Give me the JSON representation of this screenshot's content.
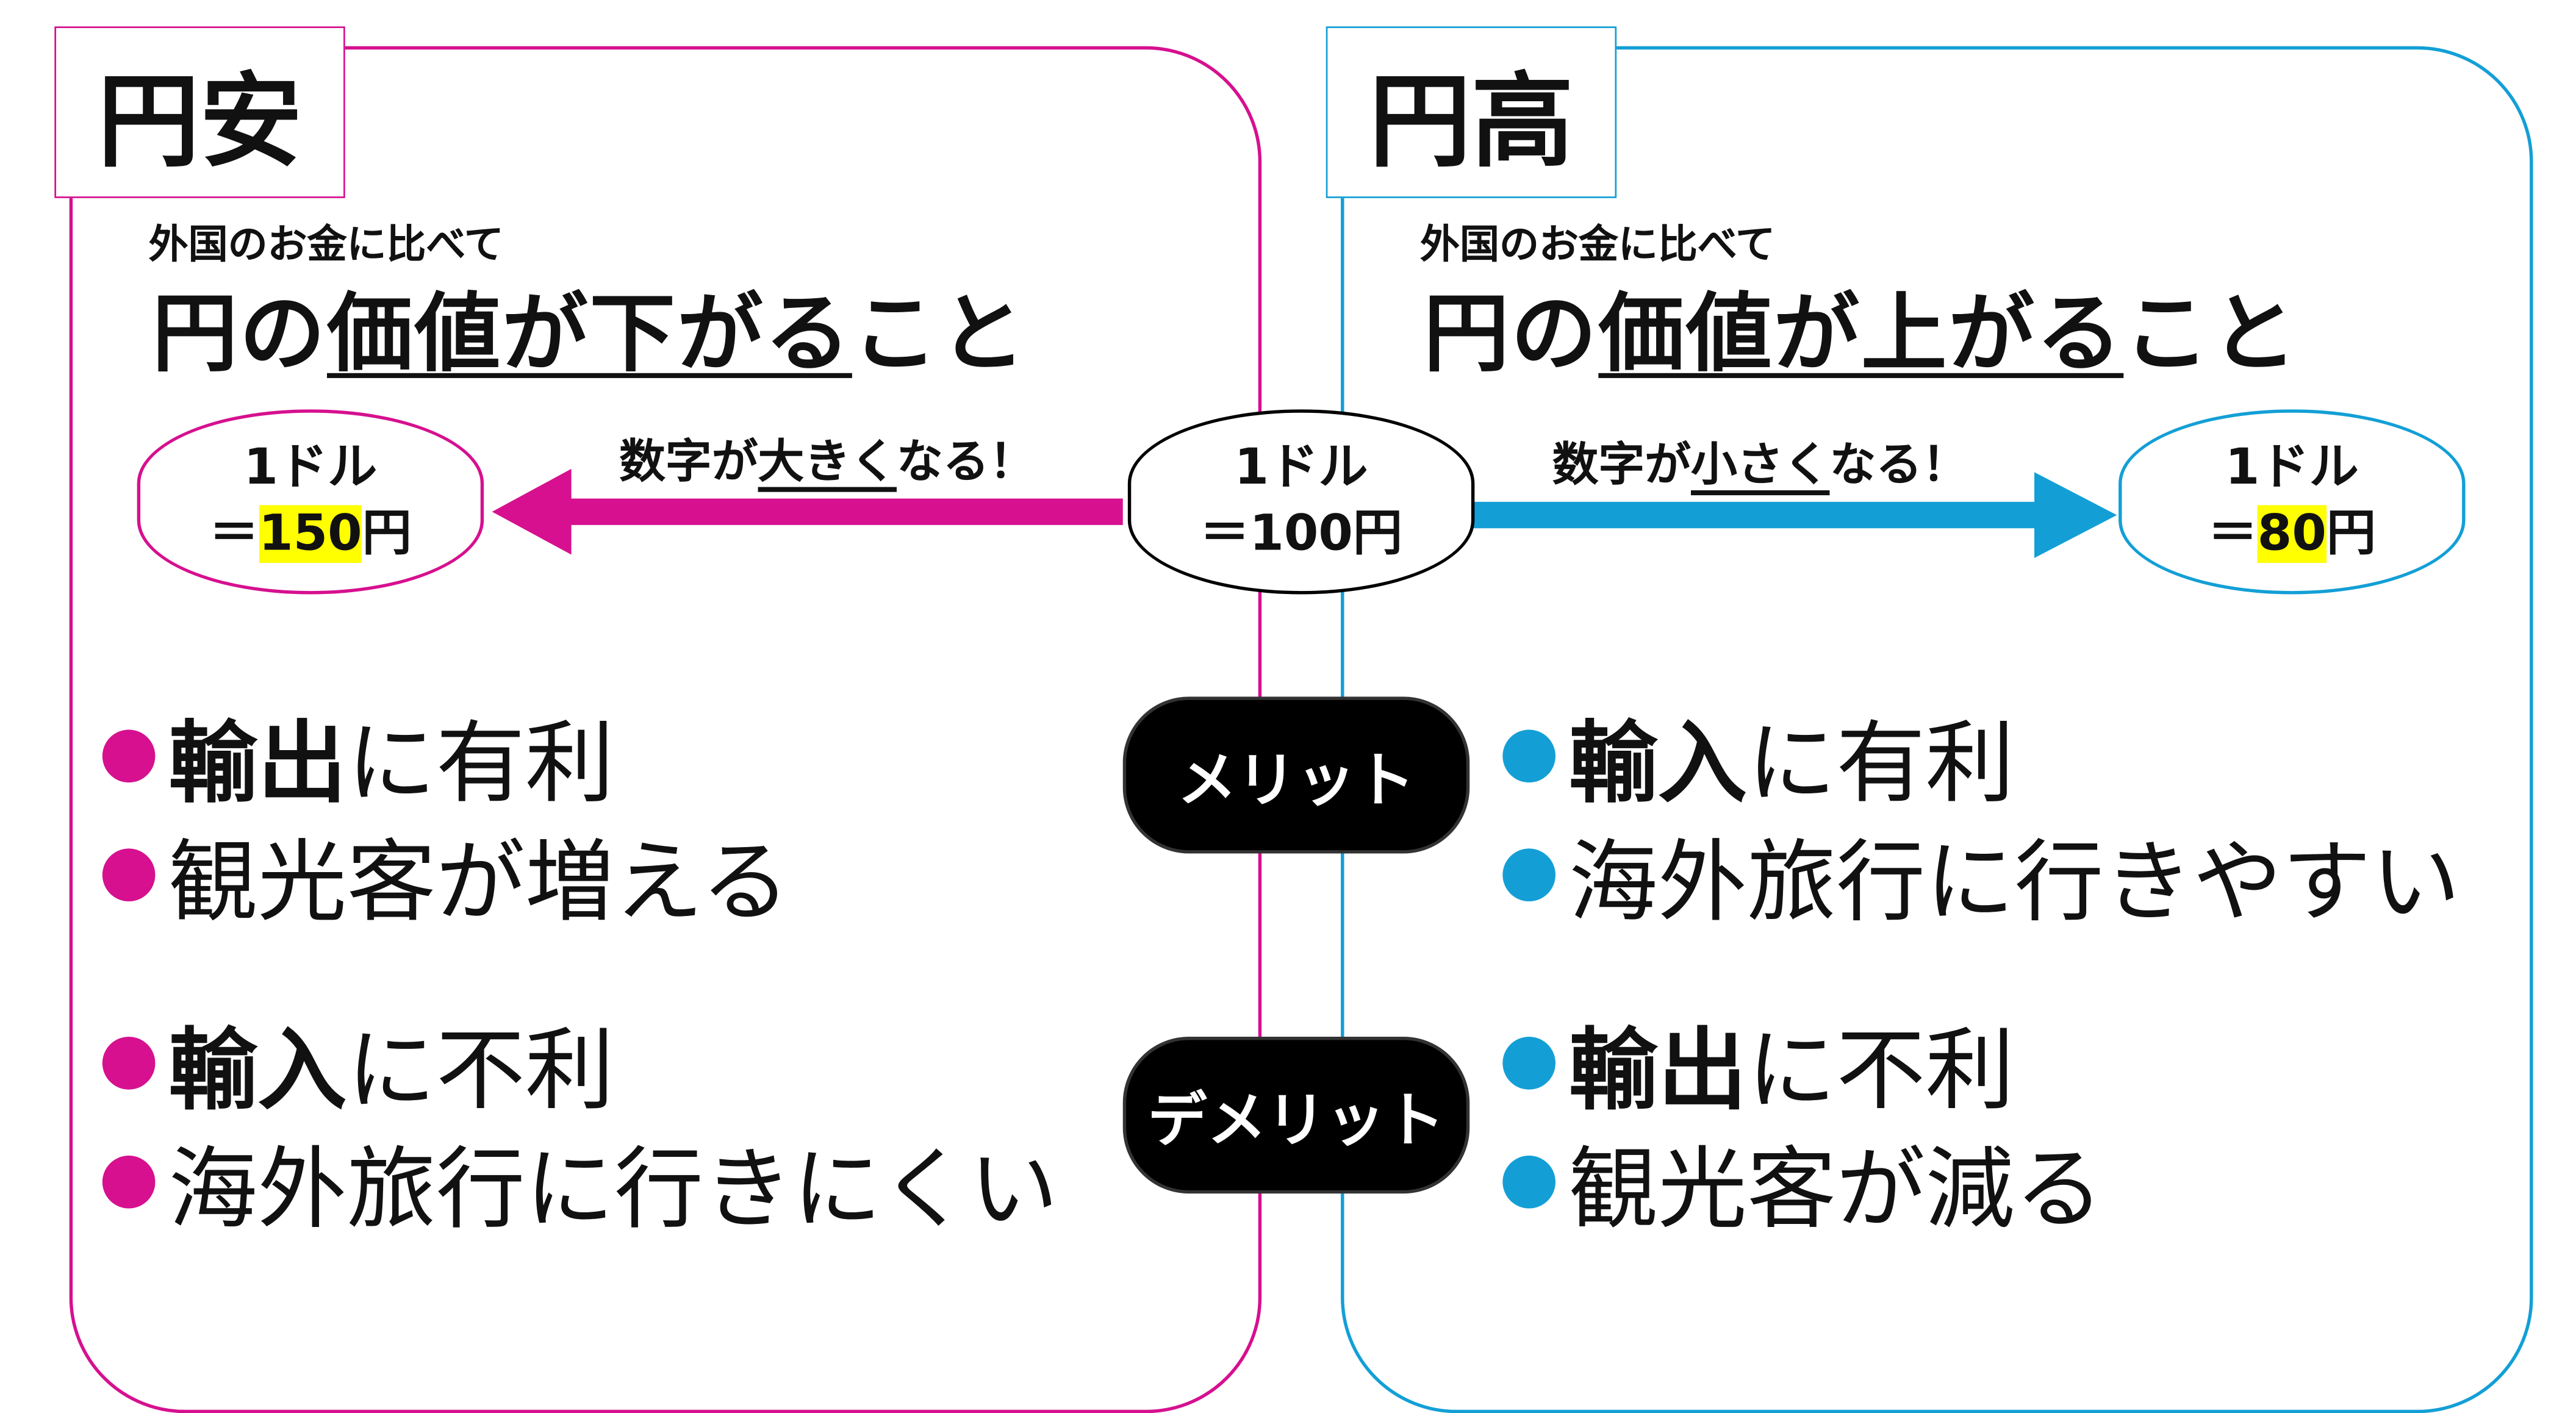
{
  "colors": {
    "weak": "#d6108f",
    "strong": "#139fd6"
  },
  "weak_yen": {
    "title": "円安",
    "subtitle": "外国のお金に比べて",
    "heading": {
      "pre": "円の",
      "u": "価値が下がる",
      "post": "こと"
    },
    "rate": {
      "line1": "1ドル",
      "eq": "＝",
      "value": "150",
      "unit": "円"
    },
    "arrow_text": {
      "pre": "数字が",
      "u": "大きく",
      "post": "なる！"
    },
    "merits": [
      {
        "bold": "輸出",
        "rest": "に有利"
      },
      {
        "bold": "",
        "rest": "観光客が増える"
      }
    ],
    "demerits": [
      {
        "bold": "輸入",
        "rest": "に不利"
      },
      {
        "bold": "",
        "rest": "海外旅行に行きにくい"
      }
    ]
  },
  "center": {
    "rate": {
      "line1": "1ドル",
      "line2": "＝100円"
    },
    "merit_label": "メリット",
    "demerit_label": "デメリット"
  },
  "strong_yen": {
    "title": "円高",
    "subtitle": "外国のお金に比べて",
    "heading": {
      "pre": "円の",
      "u": "価値が上がる",
      "post": "こと"
    },
    "rate": {
      "line1": "1ドル",
      "eq": "＝",
      "value": "80",
      "unit": "円"
    },
    "arrow_text": {
      "pre": "数字が",
      "u": "小さく",
      "post": "なる！"
    },
    "merits": [
      {
        "bold": "輸入",
        "rest": "に有利"
      },
      {
        "bold": "",
        "rest": "海外旅行に行きやすい"
      }
    ],
    "demerits": [
      {
        "bold": "輸出",
        "rest": "に不利"
      },
      {
        "bold": "",
        "rest": "観光客が減る"
      }
    ]
  }
}
